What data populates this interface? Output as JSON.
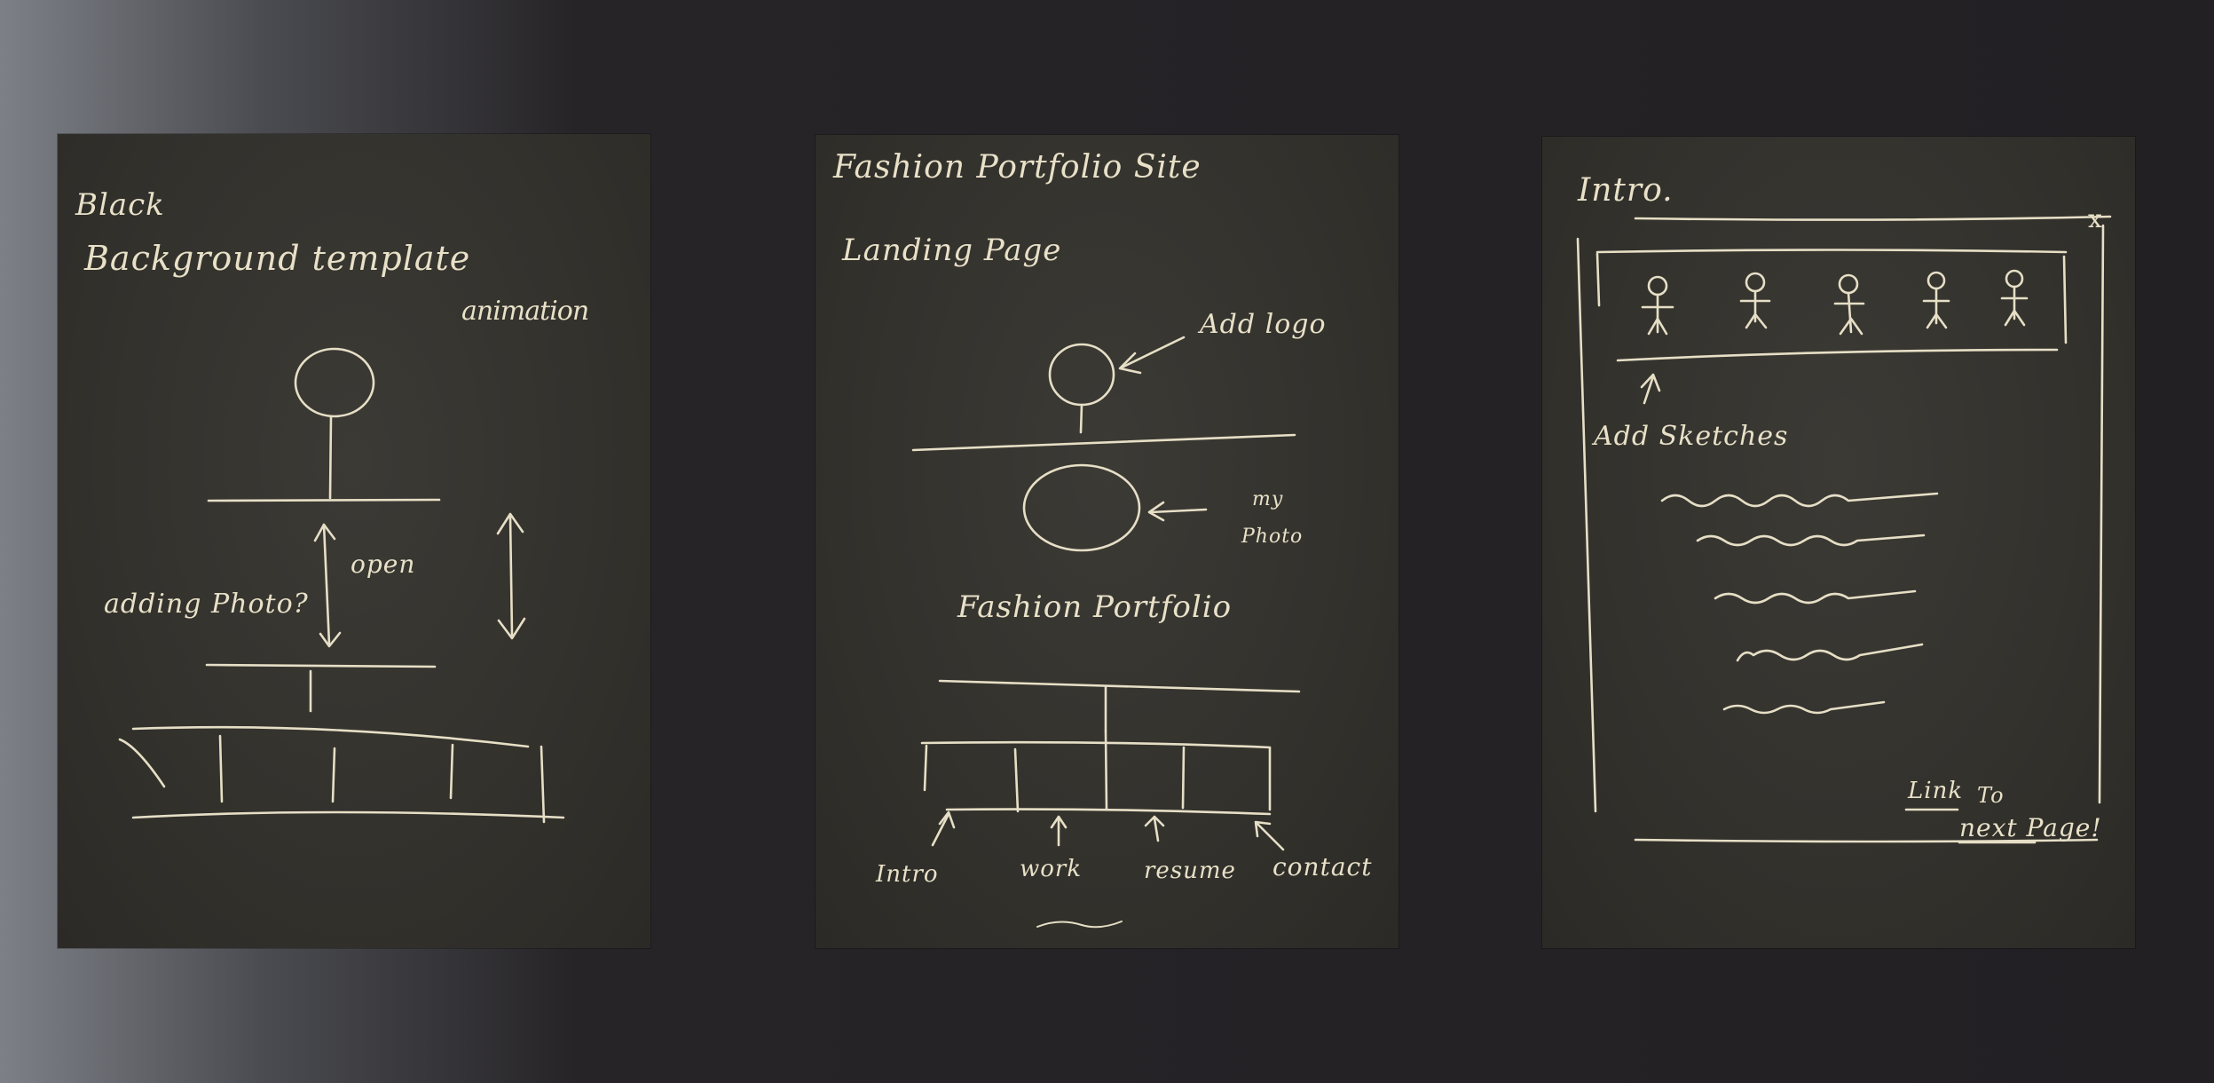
{
  "panels": [
    {
      "id": "background-template",
      "title_line1": "Black",
      "title_line2": "Background template",
      "note": "animation",
      "arrow_label": "open",
      "photo_note": "adding Photo?"
    },
    {
      "id": "landing-page",
      "title_line1": "Fashion Portfolio Site",
      "title_line2": "Landing Page",
      "logo_note": "Add logo",
      "photo_note_line1": "my",
      "photo_note_line2": "Photo",
      "site_name": "Fashion Portfolio",
      "nav": [
        "Intro",
        "work",
        "resume",
        "contact"
      ]
    },
    {
      "id": "intro-page",
      "title": "Intro.",
      "close_mark": "x",
      "sketches_note": "Add Sketches",
      "link_line1": "Link",
      "link_line2": "To",
      "link_line3": "next Page!"
    }
  ],
  "colors": {
    "paper": "#33312c",
    "chalk": "#e6dfc6",
    "backdrop": "#222023"
  }
}
